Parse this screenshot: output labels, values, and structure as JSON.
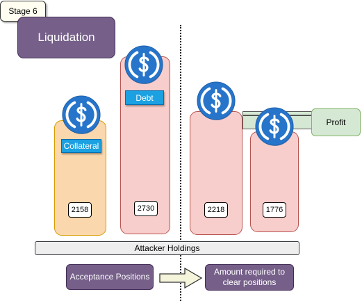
{
  "stage_label": "Stage 6",
  "title": "Liquidation",
  "columns": [
    {
      "value": "2158",
      "label": "Collateral"
    },
    {
      "value": "2730",
      "label": "Debt"
    },
    {
      "value": "2218"
    },
    {
      "value": "1776"
    }
  ],
  "profit_label": "Profit",
  "holdings_label": "Attacker Holdings",
  "flow": {
    "from": "Acceptance Positions",
    "to": "Amount required to clear positions"
  },
  "colors": {
    "coin_blue": "#2775ca",
    "purple": "#76608a",
    "tag_blue": "#1ba1e2",
    "orange_bar": "#fad7ac",
    "pink_bar": "#f8cecc",
    "profit_green": "#d5e8d4"
  },
  "icons": [
    "usdc-coin-icon",
    "right-arrow-icon"
  ]
}
